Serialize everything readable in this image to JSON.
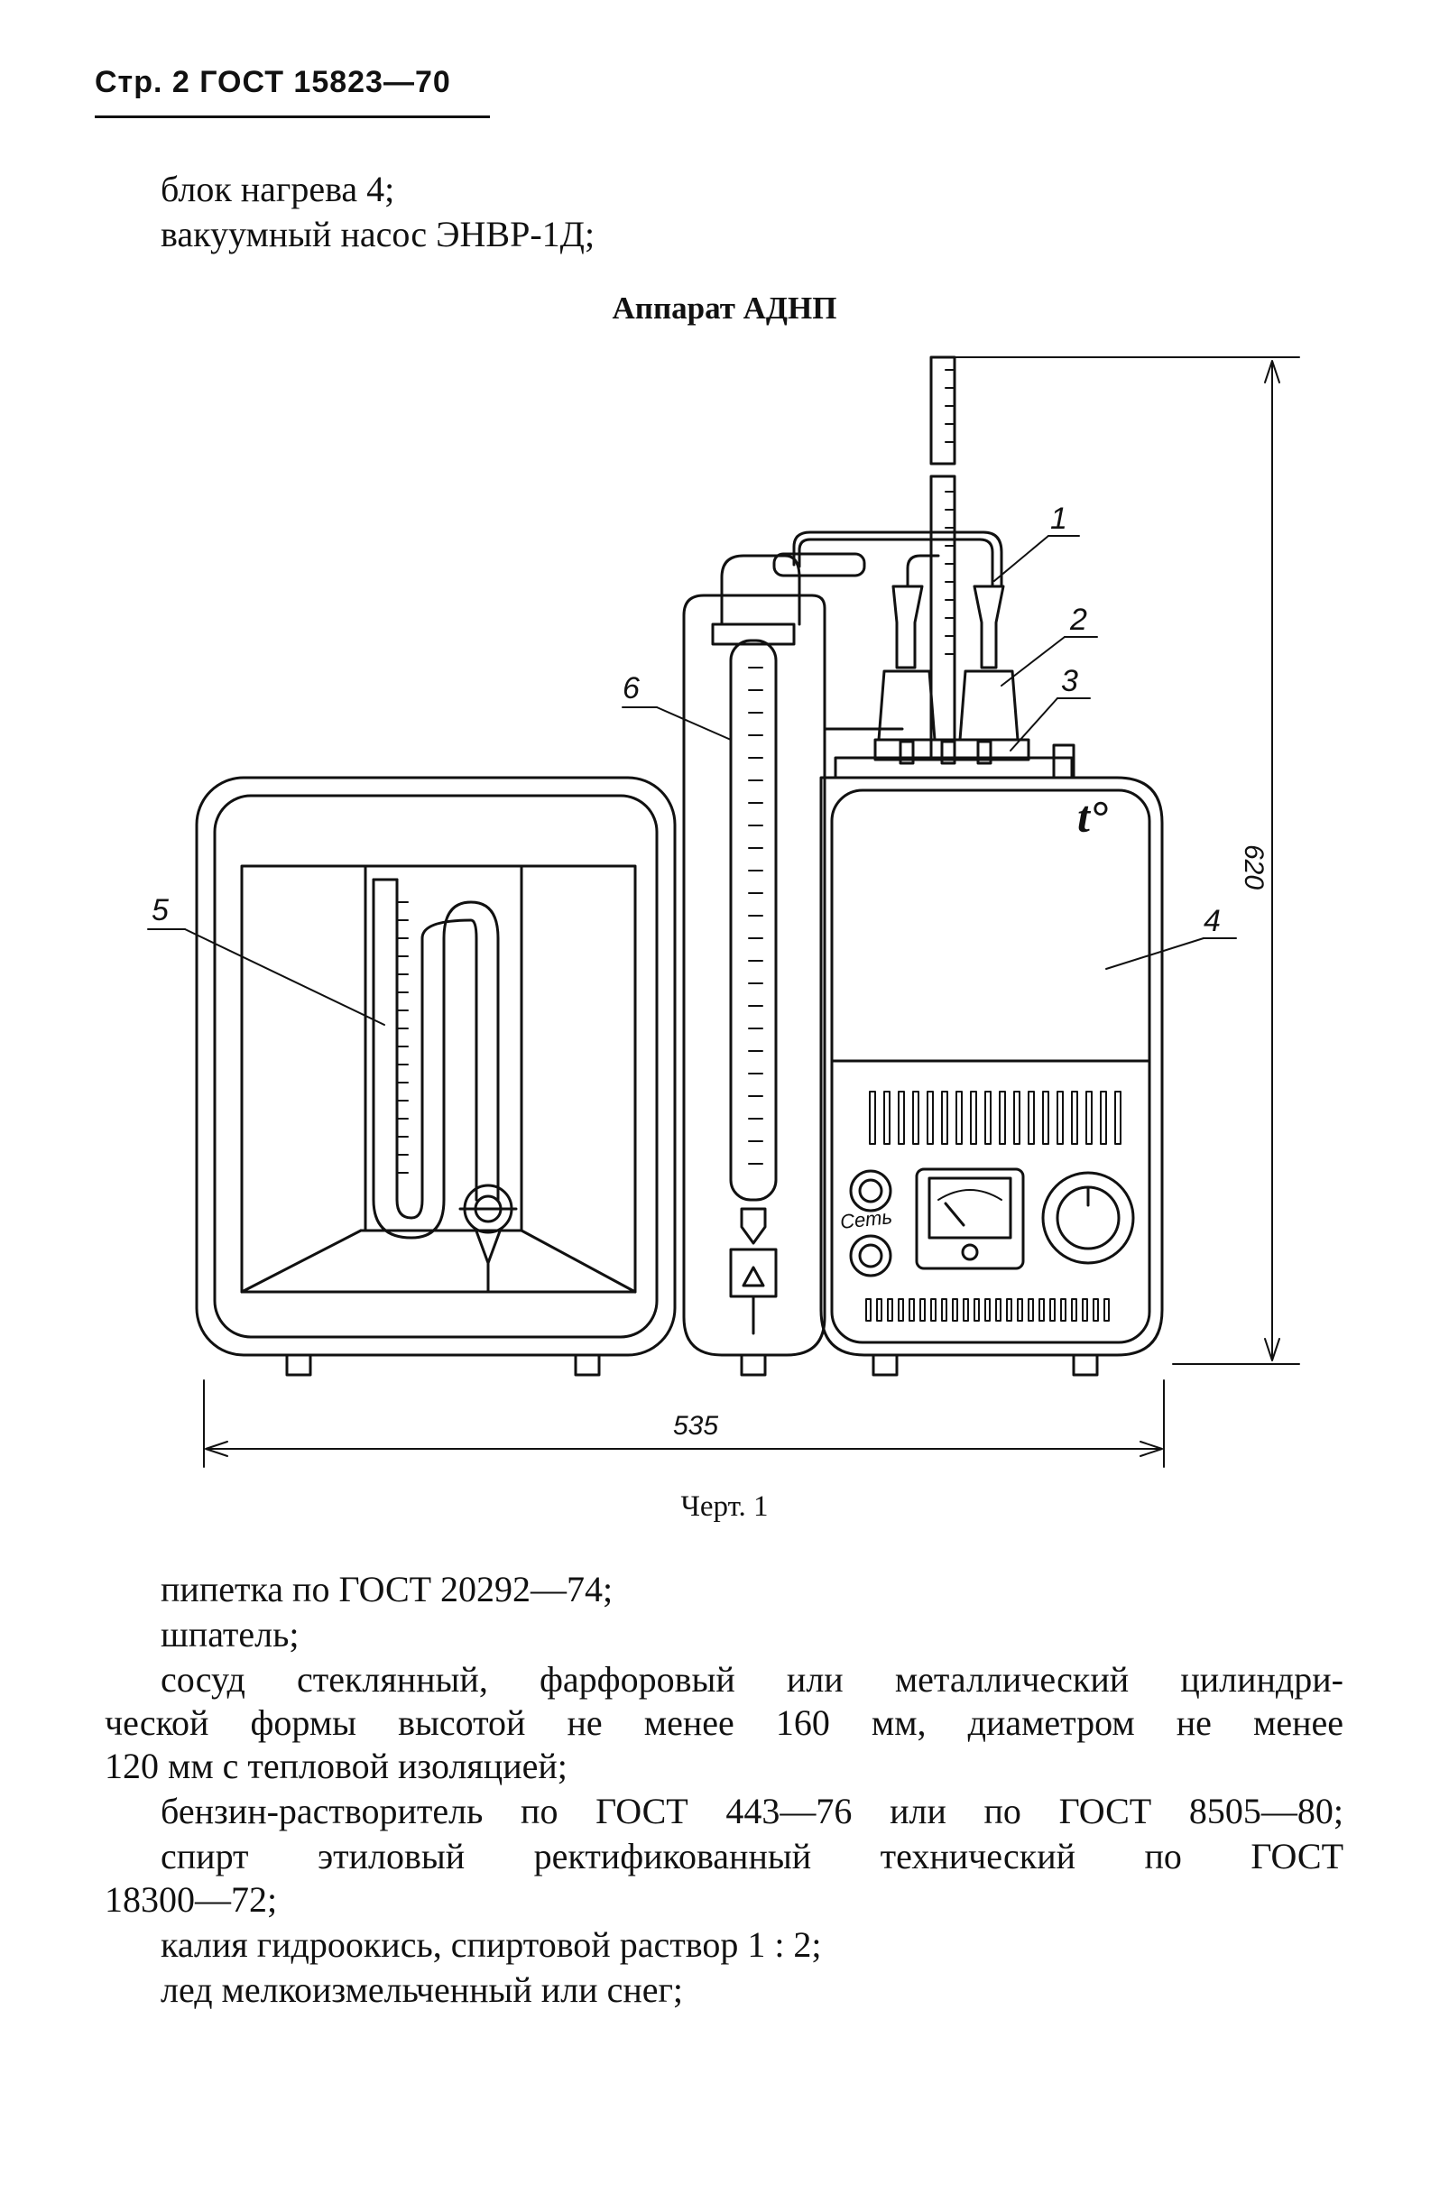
{
  "header": {
    "page_label": "Стр. 2 ГОСТ 15823—70"
  },
  "top_list": {
    "item1": "блок нагрева 4;",
    "item2": "вакуумный насос ЭНВР-1Д;"
  },
  "figure": {
    "title": "Аппарат АДНП",
    "caption": "Черт. 1",
    "callouts": {
      "c1": "1",
      "c2": "2",
      "c3": "3",
      "c4": "4",
      "c5": "5",
      "c6": "6"
    },
    "dimensions": {
      "height": "620",
      "width": "535"
    },
    "panel_labels": {
      "temperature": "t°",
      "power": "Сеть"
    }
  },
  "bottom_list": {
    "l1": "пипетка по ГОСТ 20292—74;",
    "l2": "шпатель;",
    "l3": "сосуд стеклянный, фарфоровый или металлический цилиндри-",
    "l4": "ческой формы высотой не менее 160 мм, диаметром не менее",
    "l5": "120 мм с тепловой изоляцией;",
    "l6": "бензин-растворитель по ГОСТ 443—76 или по ГОСТ 8505—80;",
    "l7": "спирт этиловый ректификованный технический по ГОСТ",
    "l8": "18300—72;",
    "l9": "калия гидроокись, спиртовой раствор 1 : 2;",
    "l10": "лед мелкоизмельченный или снег;"
  }
}
